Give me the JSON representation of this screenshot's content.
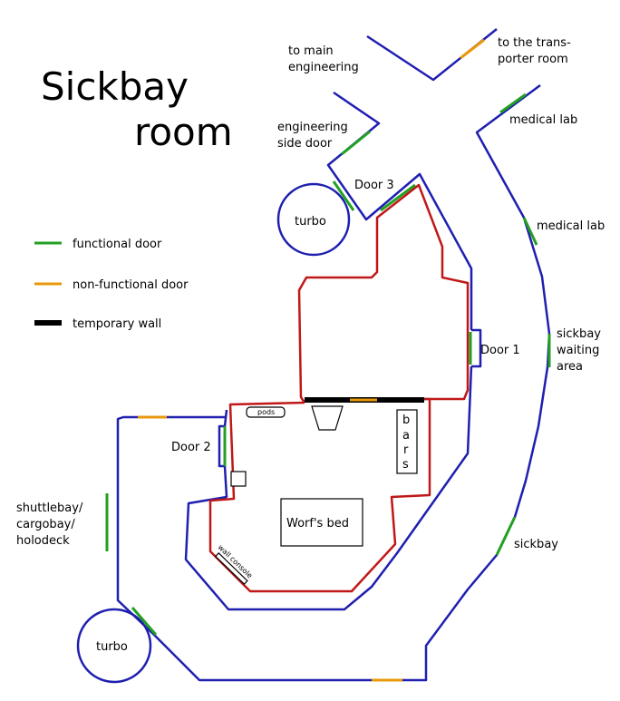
{
  "title": {
    "line1": "Sickbay",
    "line2": "room"
  },
  "legend": [
    {
      "label": "functional door",
      "color": "#22a022"
    },
    {
      "label": "non-functional door",
      "color": "#e8980a"
    },
    {
      "label": "temporary wall",
      "color": "#000000"
    }
  ],
  "labels": {
    "to_main_engineering": [
      "to main",
      "engineering"
    ],
    "to_transporter": [
      "to the trans-",
      "porter room"
    ],
    "medical_lab_1": "medical lab",
    "medical_lab_2": "medical lab",
    "engineering_side_door": [
      "engineering",
      "side door"
    ],
    "door3": "Door 3",
    "turbo_top": "turbo",
    "door1": "Door 1",
    "sickbay_waiting": [
      "sickbay",
      "waiting",
      "area"
    ],
    "door2": "Door 2",
    "pods": "pods",
    "bars": [
      "b",
      "a",
      "r",
      "s"
    ],
    "worfs_bed": "Worf's bed",
    "wall_console": "wall console",
    "shuttlebay": [
      "shuttlebay/",
      "cargobay/",
      "holodeck"
    ],
    "sickbay": "sickbay",
    "turbo_bottom": "turbo"
  },
  "colors": {
    "corridor": "#1f1fb0",
    "room": "#c01818",
    "functional": "#22a022",
    "nonfunctional": "#e8980a",
    "temporary": "#000000"
  }
}
